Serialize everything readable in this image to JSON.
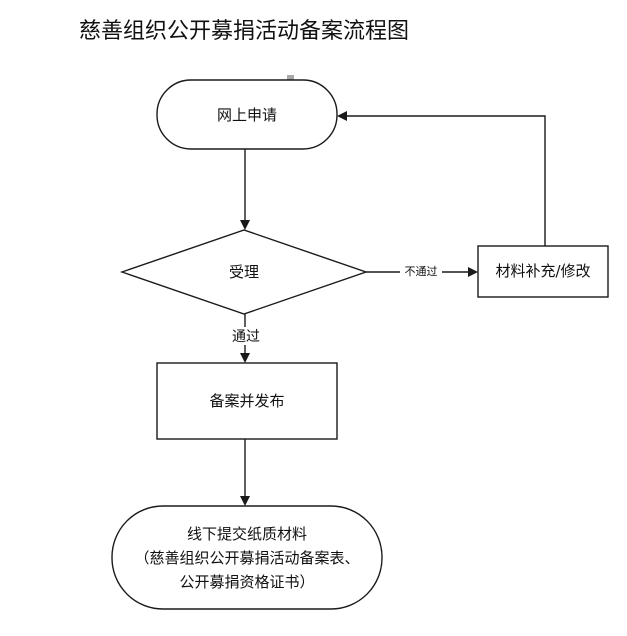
{
  "title": "慈善组织公开募捐活动备案流程图",
  "nodes": {
    "apply": {
      "label": "网上申请"
    },
    "review": {
      "label": "受理"
    },
    "supplement": {
      "label": "材料补充/修改"
    },
    "record": {
      "label": "备案并发布"
    },
    "submit": {
      "line1": "线下提交纸质材料",
      "line2": "（慈善组织公开募捐活动备案表、",
      "line3": "公开募捐资格证书）"
    }
  },
  "edges": {
    "reject_label": "不通过",
    "pass_label": "通过"
  },
  "colors": {
    "stroke": "#1a1a1a",
    "text": "#111111",
    "background": "#ffffff",
    "marker": "#a8a8a8"
  }
}
